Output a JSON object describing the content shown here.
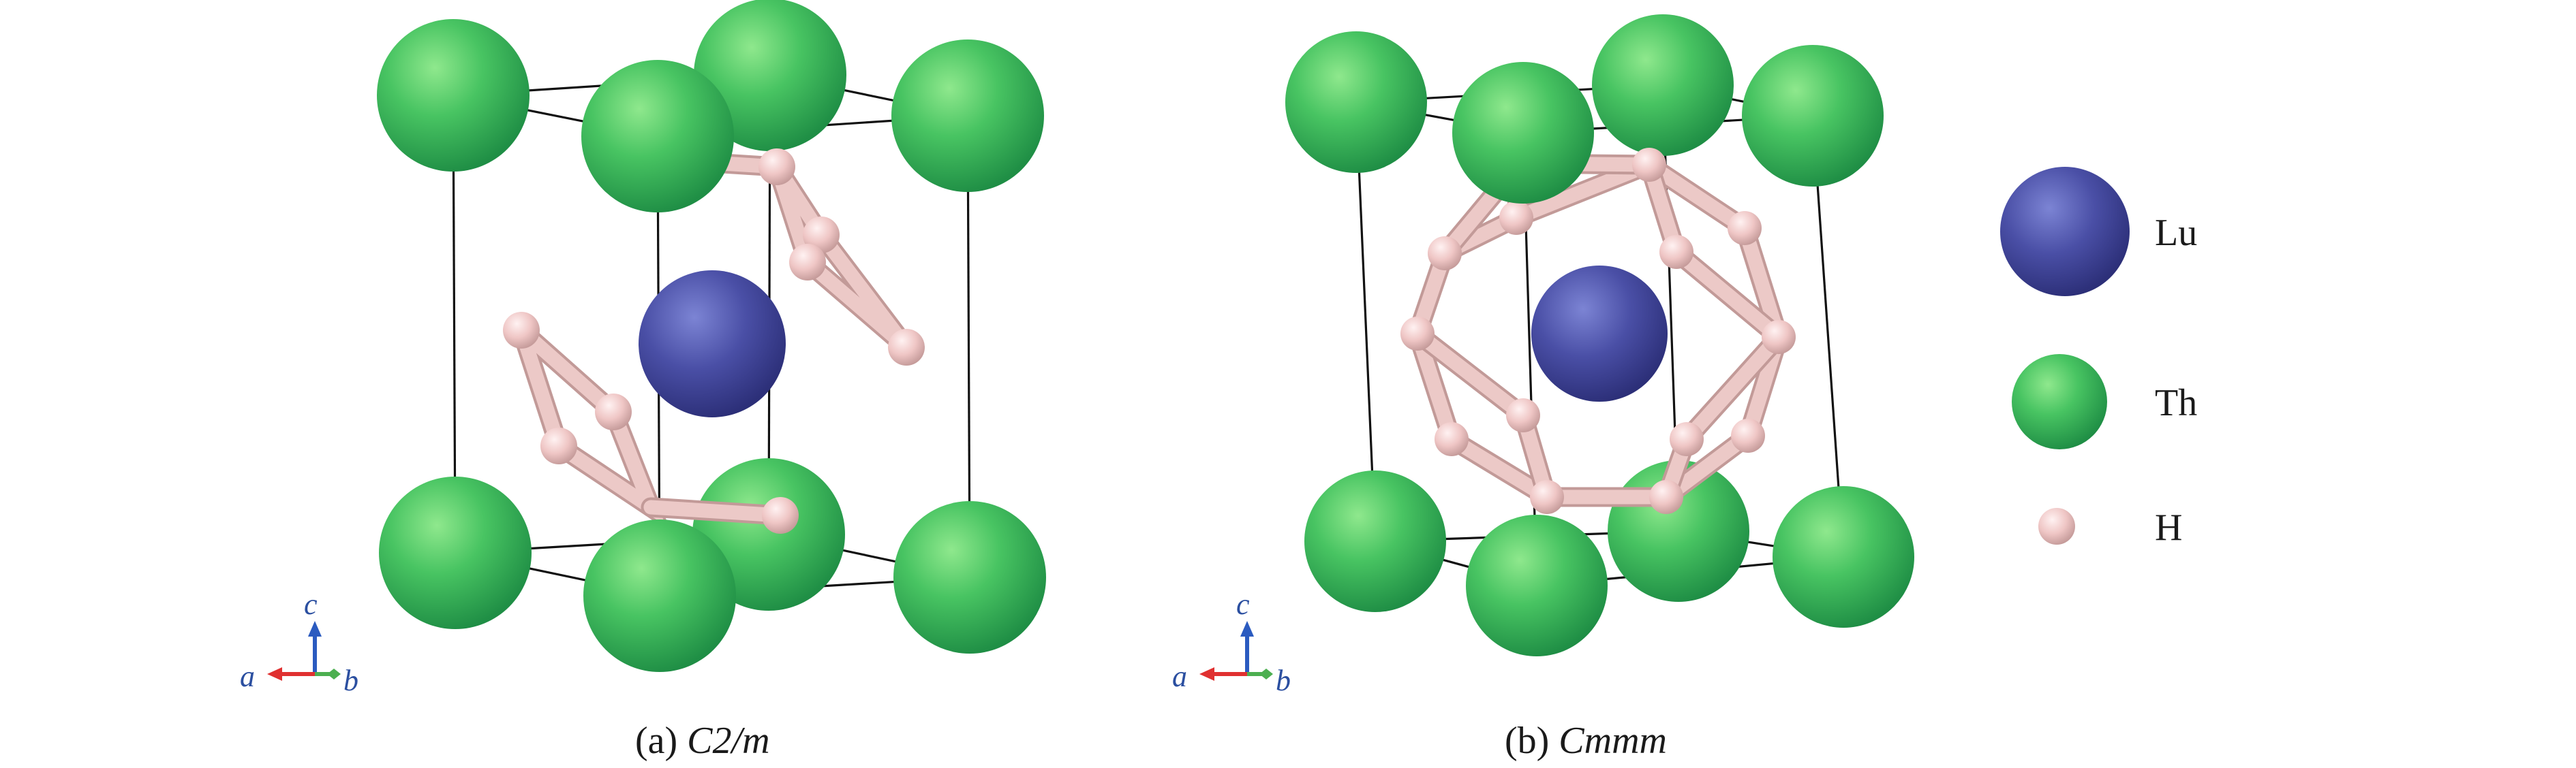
{
  "panels": [
    {
      "id": "a",
      "caption_prefix": "(a) ",
      "caption_symbol": "C2/m"
    },
    {
      "id": "b",
      "caption_prefix": "(b) ",
      "caption_symbol": "Cmmm"
    }
  ],
  "axes": {
    "a": "a",
    "b": "b",
    "c": "c"
  },
  "legend": [
    {
      "label": "Lu",
      "color": "#4a4fa6"
    },
    {
      "label": "Th",
      "color": "#2fbf5a"
    },
    {
      "label": "H",
      "color": "#f0c4c4"
    }
  ],
  "colors": {
    "lu": "#4a4fa6",
    "th": "#2fbf5a",
    "h": "#f0c4c4",
    "bond": "#e8c6c4",
    "frame": "#111111",
    "axis_a": "#e03030",
    "axis_b": "#4caf50",
    "axis_c": "#2b5bc0",
    "axis_label": "#2b4fa0"
  }
}
